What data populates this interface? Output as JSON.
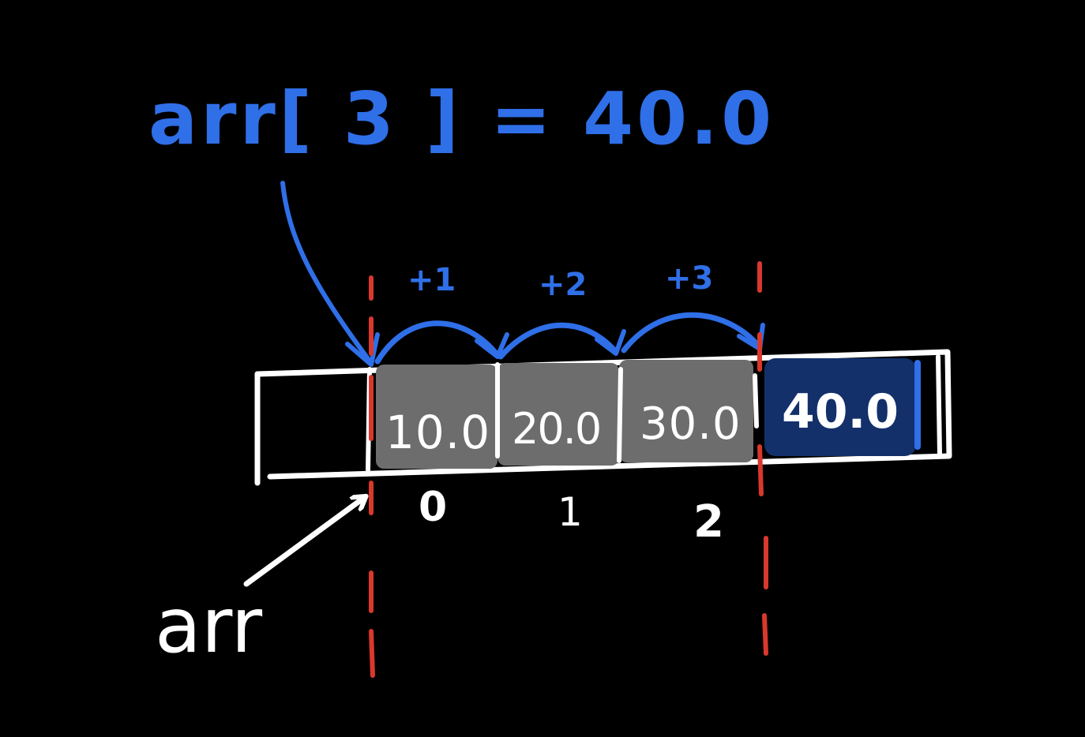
{
  "expression": "arr[ 3 ] = 40.0",
  "pointer_label": "arr",
  "cells": [
    {
      "value": "10.0",
      "index": "0"
    },
    {
      "value": "20.0",
      "index": "1"
    },
    {
      "value": "30.0",
      "index": "2"
    },
    {
      "value": "40.0",
      "index": ""
    }
  ],
  "offsets": [
    "+1",
    "+2",
    "+3"
  ],
  "colors": {
    "background": "#000000",
    "annotation_blue": "#2f6fe8",
    "outline_white": "#ffffff",
    "cell_gray": "#6d6d6d",
    "highlight_navy": "#13306a",
    "marker_red": "#d9382c"
  }
}
